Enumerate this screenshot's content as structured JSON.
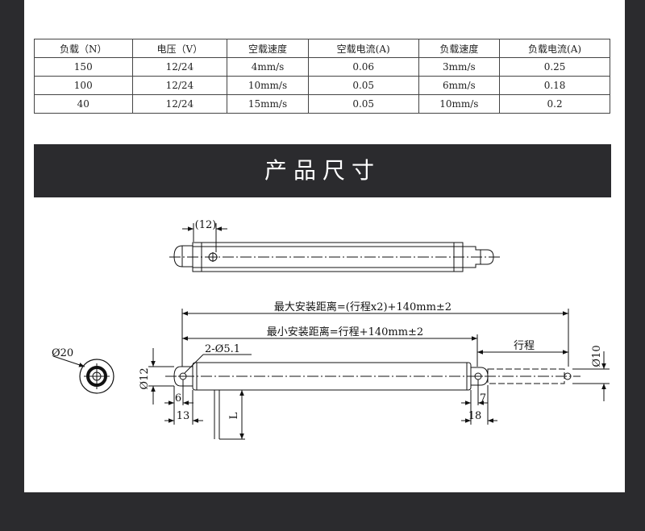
{
  "spec_table": {
    "headers": [
      "负载（N）",
      "电压（V）",
      "空载速度",
      "空载电流(A)",
      "负载速度",
      "负载电流(A)"
    ],
    "rows": [
      [
        "150",
        "12/24",
        "4mm/s",
        "0.06",
        "3mm/s",
        "0.25"
      ],
      [
        "100",
        "12/24",
        "10mm/s",
        "0.05",
        "6mm/s",
        "0.18"
      ],
      [
        "40",
        "12/24",
        "15mm/s",
        "0.05",
        "10mm/s",
        "0.2"
      ]
    ]
  },
  "banner": {
    "title": "产品尺寸"
  },
  "drawing": {
    "top_dim": "(12)",
    "max_install": "最大安装距离=(行程x2)+140mm±2",
    "min_install": "最小安装距离=行程+140mm±2",
    "stroke": "行程",
    "hole_spec": "2-Ø5.1",
    "dia_20": "Ø20",
    "dia_12": "Ø12",
    "dia_10": "Ø10",
    "dim_6": "6",
    "dim_13": "13",
    "dim_7": "7",
    "dim_18": "18",
    "dim_L": "L"
  }
}
